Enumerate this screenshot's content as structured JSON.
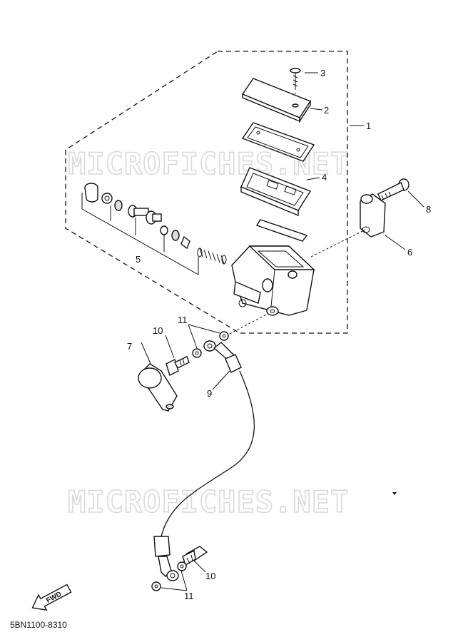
{
  "watermark": "MICROFICHES.NET",
  "diagram_code": "5BN1100-8310",
  "fwd_label": "FWD",
  "callouts": {
    "c1": "1",
    "c2": "2",
    "c3": "3",
    "c4": "4",
    "c5": "5",
    "c6": "6",
    "c7": "7",
    "c8": "8",
    "c9": "9",
    "c10a": "10",
    "c10b": "10",
    "c11a": "11",
    "c11b": "11"
  }
}
